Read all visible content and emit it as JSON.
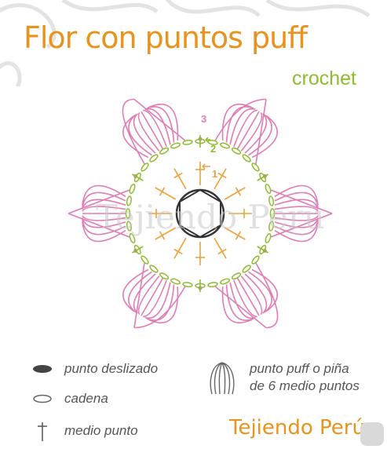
{
  "title": "Flor con puntos puff",
  "subtitle": "crochet",
  "watermark": "Tejiendo Perú",
  "signature": "Tejiendo Perú",
  "round_labels": [
    "1",
    "2",
    "3"
  ],
  "legend": {
    "slip_stitch": "punto deslizado",
    "chain": "cadena",
    "single_crochet": "medio punto",
    "puff_line1": "punto puff o piña",
    "puff_line2": "de 6 medio puntos"
  },
  "colors": {
    "title": "#e8931e",
    "subtitle": "#8dbd2f",
    "round1": "#f0a23a",
    "round2": "#8dbd2f",
    "round3": "#e07bb5",
    "slip": "#333333"
  }
}
